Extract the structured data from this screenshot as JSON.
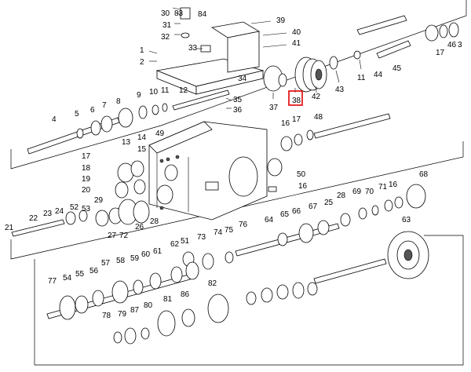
{
  "diagram": {
    "highlighted_label": "38",
    "highlight_color": "#e00000",
    "labels": [
      "83",
      "84",
      "30",
      "31",
      "32",
      "39",
      "40",
      "41",
      "33",
      "1",
      "2",
      "34",
      "35",
      "36",
      "37",
      "38",
      "42",
      "43",
      "11",
      "44",
      "45",
      "17",
      "46",
      "3",
      "4",
      "5",
      "6",
      "7",
      "8",
      "9",
      "10",
      "11",
      "12",
      "16",
      "17",
      "48",
      "13",
      "14",
      "15",
      "49",
      "50",
      "16",
      "17",
      "18",
      "19",
      "20",
      "29",
      "28",
      "26",
      "27",
      "72",
      "68",
      "28",
      "69",
      "70",
      "71",
      "16",
      "63",
      "64",
      "65",
      "66",
      "67",
      "25",
      "21",
      "22",
      "23",
      "24",
      "52",
      "53",
      "54",
      "55",
      "56",
      "57",
      "58",
      "59",
      "60",
      "61",
      "62",
      "51",
      "73",
      "74",
      "75",
      "76",
      "77",
      "78",
      "79",
      "87",
      "80",
      "81",
      "86",
      "82"
    ]
  }
}
